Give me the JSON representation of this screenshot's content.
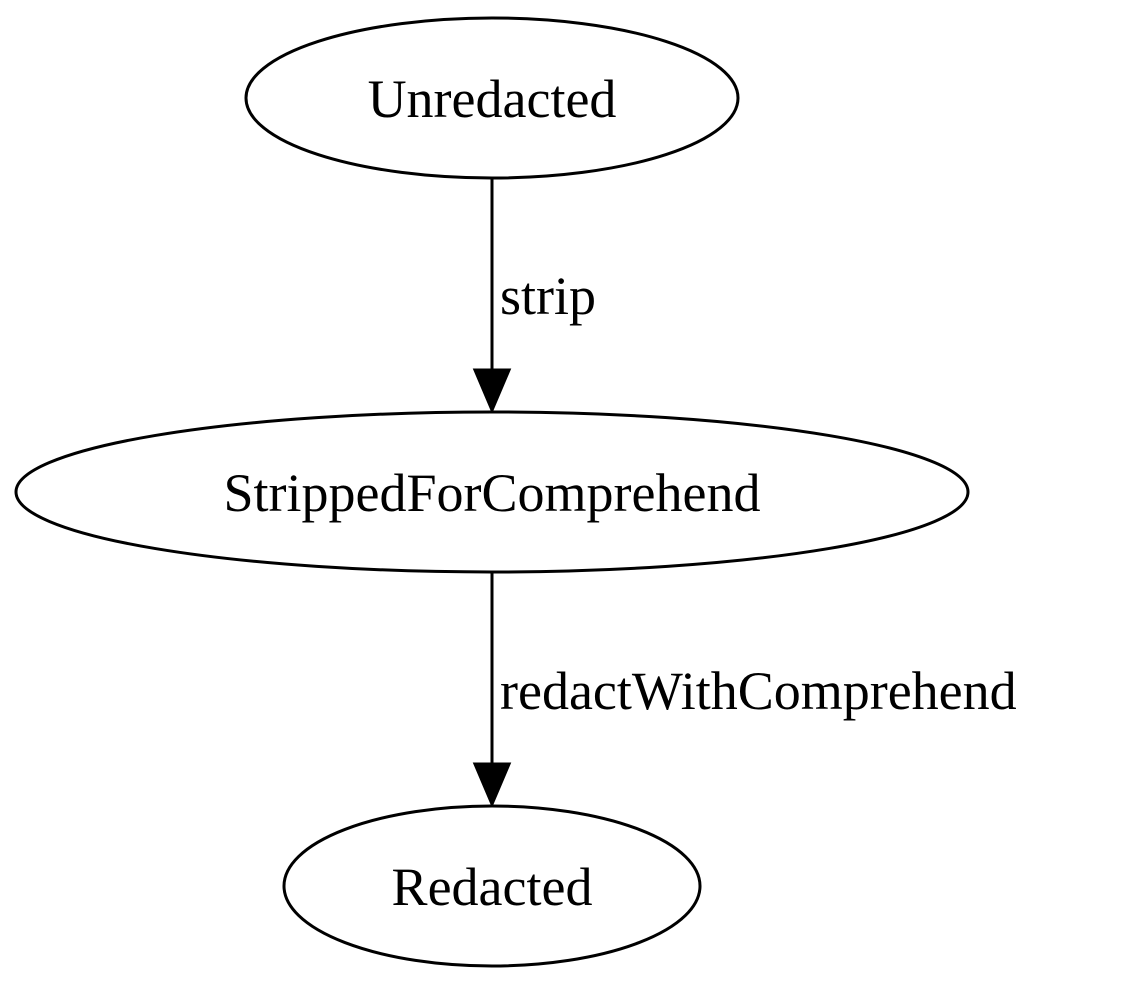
{
  "diagram": {
    "type": "state-graph",
    "nodes": [
      {
        "id": "unredacted",
        "label": "Unredacted"
      },
      {
        "id": "stripped",
        "label": "StrippedForComprehend"
      },
      {
        "id": "redacted",
        "label": "Redacted"
      }
    ],
    "edges": [
      {
        "from": "unredacted",
        "to": "stripped",
        "label": "strip"
      },
      {
        "from": "stripped",
        "to": "redacted",
        "label": "redactWithComprehend"
      }
    ],
    "colors": {
      "background": "#ffffff",
      "stroke": "#000000",
      "text": "#000000"
    }
  }
}
